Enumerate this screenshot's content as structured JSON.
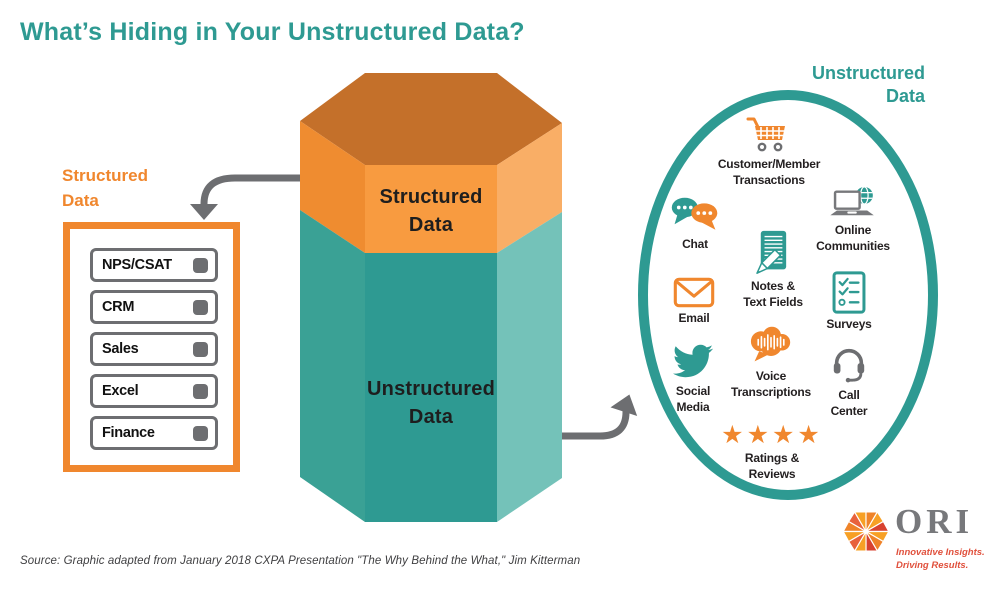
{
  "title": "What’s Hiding in Your Unstructured Data?",
  "colors": {
    "teal": "#2E9A92",
    "teal_left_face": "#3AA195",
    "teal_right_face": "#74C2B9",
    "orange": "#F0872E",
    "orange_front_face": "#F89B40",
    "orange_left_face": "#EF8C30",
    "orange_right_face": "#F9AE66",
    "orange_top_face": "#C4702A",
    "arrow_gray": "#6D6E71",
    "logo_gray": "#77787B",
    "tagline_red": "#E0503C"
  },
  "left_section": {
    "label": "Structured\nData",
    "servers": [
      "NPS/CSAT",
      "CRM",
      "Sales",
      "Excel",
      "Finance"
    ]
  },
  "prism": {
    "top_label": "Structured\nData",
    "bottom_label": "Unstructured\nData"
  },
  "oval": {
    "heading": "Unstructured\nData",
    "items": [
      {
        "icon": "shopping-cart",
        "label": "Customer/Member\nTransactions"
      },
      {
        "icon": "chat-bubbles",
        "label": "Chat"
      },
      {
        "icon": "laptop-globe",
        "label": "Online\nCommunities"
      },
      {
        "icon": "notepad-pencil",
        "label": "Notes &\nText Fields"
      },
      {
        "icon": "envelope",
        "label": "Email"
      },
      {
        "icon": "checklist",
        "label": "Surveys"
      },
      {
        "icon": "twitter-bird",
        "label": "Social\nMedia"
      },
      {
        "icon": "voice-waveform-bubble",
        "label": "Voice\nTranscriptions"
      },
      {
        "icon": "headset",
        "label": "Call\nCenter"
      },
      {
        "icon": "stars",
        "stars": "★★★★",
        "label": "Ratings &\nReviews"
      }
    ]
  },
  "source": "Source: Graphic adapted from January 2018 CXPA Presentation \"The Why Behind the What,\" Jim Kitterman",
  "logo": {
    "name": "ORI",
    "tagline_line1": "Innovative Insights.",
    "tagline_line2": "Driving Results."
  }
}
